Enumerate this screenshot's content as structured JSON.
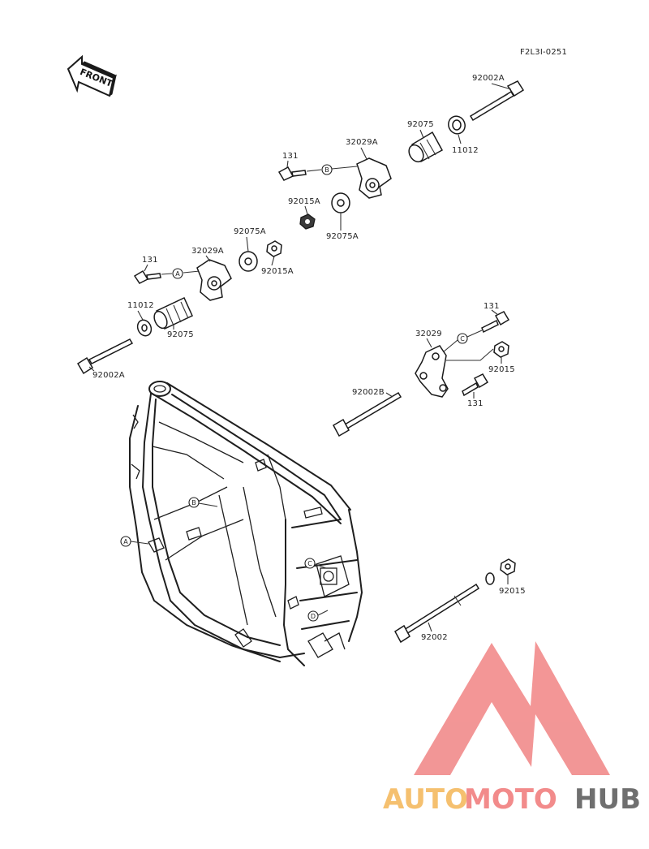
{
  "diagram": {
    "ref_code": "F2L3I-0251",
    "front_label": "FRONT",
    "parts": {
      "p92002A_top": "92002A",
      "p92075_top": "92075",
      "p11012_top": "11012",
      "p32029A_top": "32029A",
      "p131_top": "131",
      "p92015A_top": "92015A",
      "p92075A_top": "92075A",
      "p92075A_mid": "92075A",
      "p32029A_mid": "32029A",
      "p131_mid": "131",
      "p92015A_mid": "92015A",
      "p11012_mid": "11012",
      "p92075_mid": "92075",
      "p92002A_mid": "92002A",
      "p131_right_top": "131",
      "p32029": "32029",
      "p92015_right": "92015",
      "p92002B": "92002B",
      "p131_right_bottom": "131",
      "p92015_bottom": "92015",
      "p92002": "92002"
    },
    "callouts": {
      "a_mid": "A",
      "b_top": "B",
      "c_right": "C",
      "a_frame": "A",
      "b_frame": "B",
      "c_frame": "C",
      "d_frame": "D"
    }
  },
  "watermark": {
    "brand_auto": "AUTO",
    "brand_moto": "MOTO",
    "brand_hub": "HUB",
    "color_auto": "#f5c06f",
    "color_moto": "#f28b8b",
    "color_hub": "#6f6f6f",
    "logo_color": "#f07c7c"
  }
}
